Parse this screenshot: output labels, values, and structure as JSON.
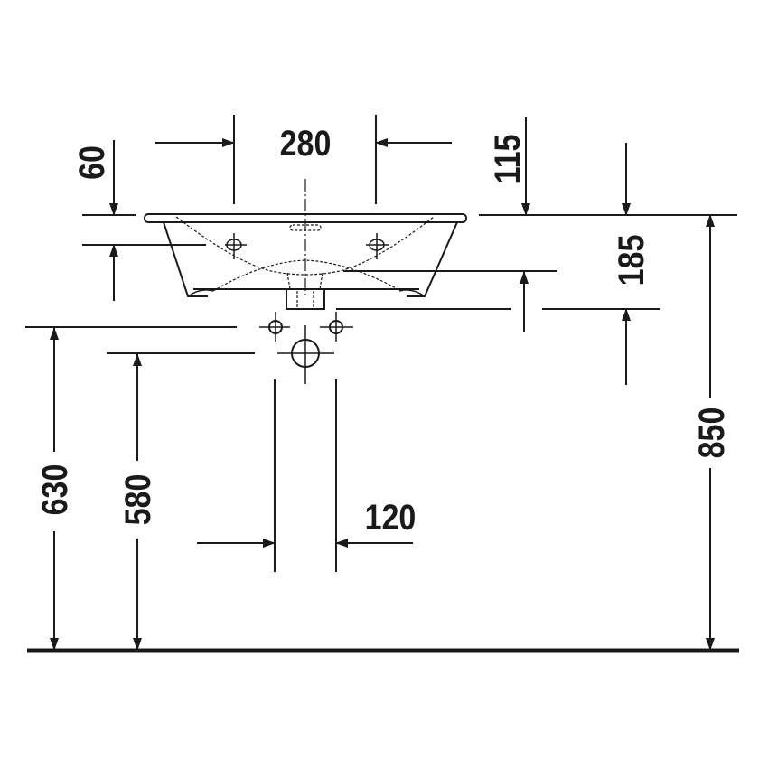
{
  "drawing": {
    "dimensions": {
      "tap_spacing": "280",
      "rim_to_tap": "60",
      "rim_height_offset": "115",
      "basin_depth": "185",
      "rim_height": "850",
      "supply_height": "630",
      "waste_height": "580",
      "supply_spacing": "120"
    },
    "line_color": "#1a1a1a"
  }
}
